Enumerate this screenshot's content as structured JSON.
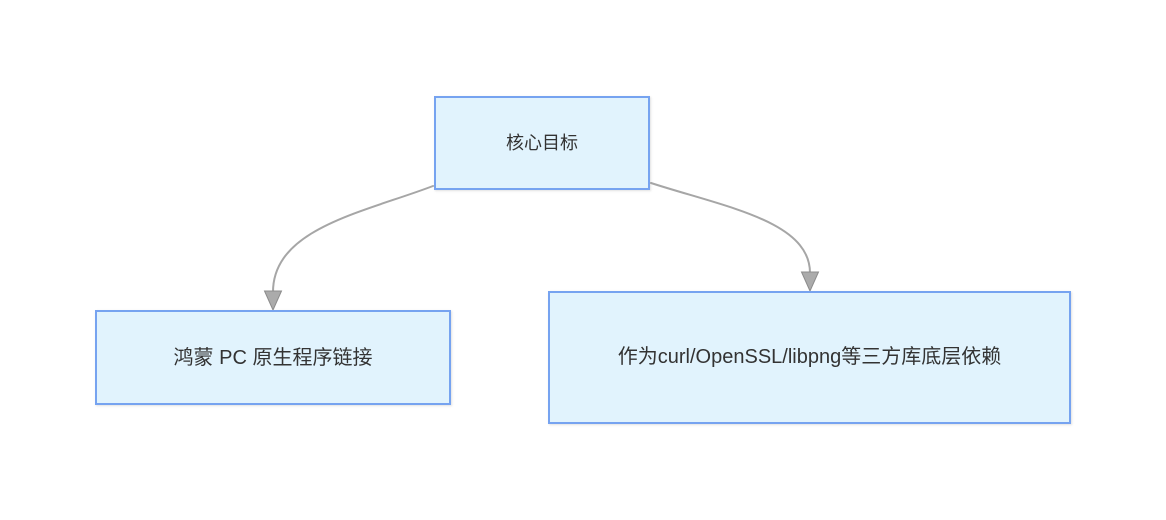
{
  "diagram": {
    "type": "mindmap-flowchart",
    "root": {
      "id": "core-goal",
      "label": "核心目标"
    },
    "children": [
      {
        "id": "harmony-pc-link",
        "label": "鸿蒙 PC 原生程序链接"
      },
      {
        "id": "third-party-dep",
        "label": "作为curl/OpenSSL/libpng等三方库底层依赖"
      }
    ],
    "edges": [
      {
        "from": "core-goal",
        "to": "harmony-pc-link",
        "style": "curved-arrow"
      },
      {
        "from": "core-goal",
        "to": "third-party-dep",
        "style": "curved-arrow"
      }
    ],
    "colors": {
      "node_fill": "#e1f3fd",
      "node_border": "#76a3f0",
      "connector": "#a6a6a6",
      "arrowhead_fill": "#ababab",
      "arrowhead_stroke": "#8c8c8c",
      "text": "#333333",
      "canvas_bg": "#ffffff"
    }
  }
}
